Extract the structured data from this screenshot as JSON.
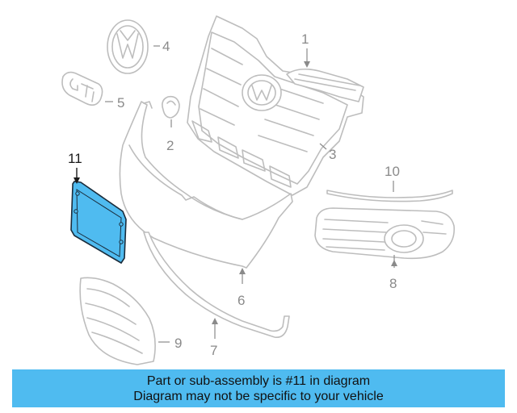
{
  "diagram": {
    "highlighted_part": "11",
    "highlight_color": "#4fbbf0",
    "parts": [
      {
        "id": "1",
        "label": "1",
        "name": "grille"
      },
      {
        "id": "2",
        "label": "2",
        "name": "clip"
      },
      {
        "id": "3",
        "label": "3",
        "name": "grille-frame"
      },
      {
        "id": "4",
        "label": "4",
        "name": "emblem"
      },
      {
        "id": "5",
        "label": "5",
        "name": "gti-badge"
      },
      {
        "id": "6",
        "label": "6",
        "name": "bumper-cover"
      },
      {
        "id": "7",
        "label": "7",
        "name": "lower-molding"
      },
      {
        "id": "8",
        "label": "8",
        "name": "fog-lamp-grille"
      },
      {
        "id": "9",
        "label": "9",
        "name": "lower-grille"
      },
      {
        "id": "10",
        "label": "10",
        "name": "trim-strip"
      },
      {
        "id": "11",
        "label": "11",
        "name": "license-plate-bracket"
      }
    ]
  },
  "banner": {
    "line1": "Part or sub-assembly is #11 in diagram",
    "line2": "Diagram may not be specific to your vehicle",
    "color": "#4fbbf0"
  }
}
